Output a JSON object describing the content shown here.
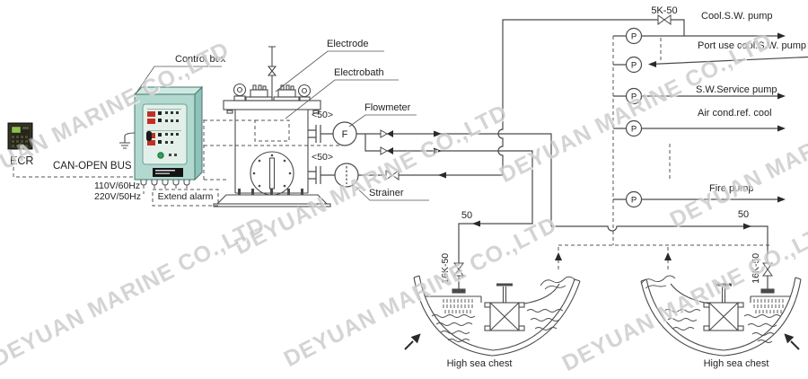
{
  "watermark": {
    "text": "DEYUAN MARINE CO.,LTD"
  },
  "devices": {
    "ecr": {
      "label": "ECR"
    },
    "control_box": {
      "label": "Control box"
    },
    "bus": {
      "label": "CAN-OPEN BUS"
    },
    "power": {
      "line1": "110V/60Hz",
      "line2": "220V/50Hz"
    },
    "extend_alarm": {
      "label": "Extend alarm"
    }
  },
  "electrobath": {
    "label": "Electrobath",
    "electrode_label": "Electrode"
  },
  "instruments": {
    "flowmeter": {
      "label": "Flowmeter",
      "symbol": "F",
      "size_tag": "<50>"
    },
    "strainer": {
      "label": "Strainer",
      "size_tag": "<50>"
    }
  },
  "valves": {
    "top": "5K-50",
    "left_sea_chest": "16K-50",
    "right_sea_chest": "16K-50"
  },
  "pipes": {
    "left_size": "50",
    "right_size": "50"
  },
  "pumps": {
    "symbol": "P",
    "items": [
      {
        "label": "Cool.S.W. pump"
      },
      {
        "label": "Port use cool.S.W. pump"
      },
      {
        "label": "S.W.Service pump"
      },
      {
        "label": "Air cond.ref. cool"
      },
      {
        "label": "Fire pump"
      }
    ]
  },
  "sea_chests": {
    "left": "High sea chest",
    "right": "High sea chest"
  },
  "colors": {
    "line": "#4a4a4a",
    "box_teal": "#b2d9d0",
    "box_top": "#cfe9e1",
    "box_side": "#8fc3b9",
    "panel": "#e3f0ea",
    "led_red": "#c03024",
    "button_green": "#2fa05a",
    "ecr_screen": "#8bc34a",
    "watermark_gray": "#7d7d7d"
  }
}
